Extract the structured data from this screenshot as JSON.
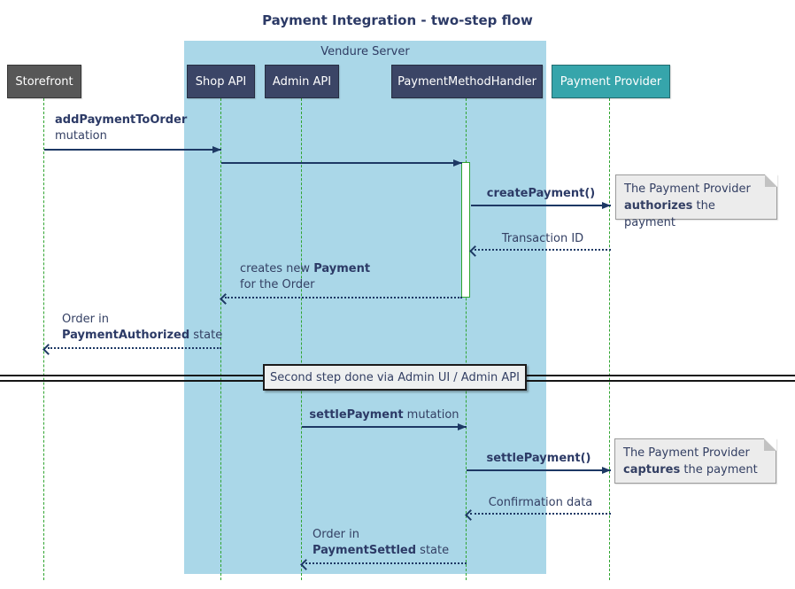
{
  "title": "Payment Integration - two-step flow",
  "colors": {
    "navy-box": "#3b4566",
    "teal-box": "#36a5ab",
    "gray-box": "#575757",
    "server-bg": "#aad7e8",
    "lifeline-green": "#2fa42f",
    "arrow-navy": "#1d3864",
    "ink": "#333f63",
    "note-bg": "#ececec"
  },
  "server_box": {
    "label": "Vendure Server"
  },
  "participants": [
    {
      "id": "storefront",
      "label": "Storefront"
    },
    {
      "id": "shop-api",
      "label": "Shop API"
    },
    {
      "id": "admin-api",
      "label": "Admin API"
    },
    {
      "id": "payment-method-handler",
      "label": "PaymentMethodHandler"
    },
    {
      "id": "payment-provider",
      "label": "Payment Provider"
    }
  ],
  "messages": [
    {
      "from": "Storefront",
      "to": "Shop API",
      "style": "solid",
      "line1_bold": "addPaymentToOrder",
      "line2": "mutation"
    },
    {
      "from": "Shop API",
      "to": "PaymentMethodHandler",
      "style": "solid"
    },
    {
      "from": "PaymentMethodHandler",
      "to": "Payment Provider",
      "style": "solid",
      "label_bold": "createPayment()"
    },
    {
      "from": "Payment Provider",
      "to": "PaymentMethodHandler",
      "style": "dotted",
      "label": "Transaction ID"
    },
    {
      "from": "PaymentMethodHandler",
      "to": "Shop API",
      "style": "dotted",
      "line1_pre": "creates new ",
      "line1_bold": "Payment",
      "line2": "for the Order"
    },
    {
      "from": "Shop API",
      "to": "Storefront",
      "style": "dotted",
      "line1": "Order in",
      "line2_bold": "PaymentAuthorized",
      "line2_post": " state"
    },
    {
      "from": "Admin API",
      "to": "PaymentMethodHandler",
      "style": "solid",
      "label_bold": "settlePayment",
      "label_post": " mutation"
    },
    {
      "from": "PaymentMethodHandler",
      "to": "Payment Provider",
      "style": "solid",
      "label_bold": "settlePayment()"
    },
    {
      "from": "Payment Provider",
      "to": "PaymentMethodHandler",
      "style": "dotted",
      "label": "Confirmation data"
    },
    {
      "from": "PaymentMethodHandler",
      "to": "Admin API",
      "style": "dotted",
      "line1": "Order in",
      "line2_bold": "PaymentSettled",
      "line2_post": " state"
    }
  ],
  "divider": {
    "label": "Second step done via Admin UI / Admin API"
  },
  "notes": [
    {
      "line1": "The Payment Provider",
      "line2_bold": "authorizes",
      "line2_post": " the payment"
    },
    {
      "line1": "The Payment Provider",
      "line2_bold": "captures",
      "line2_post": " the payment"
    }
  ]
}
